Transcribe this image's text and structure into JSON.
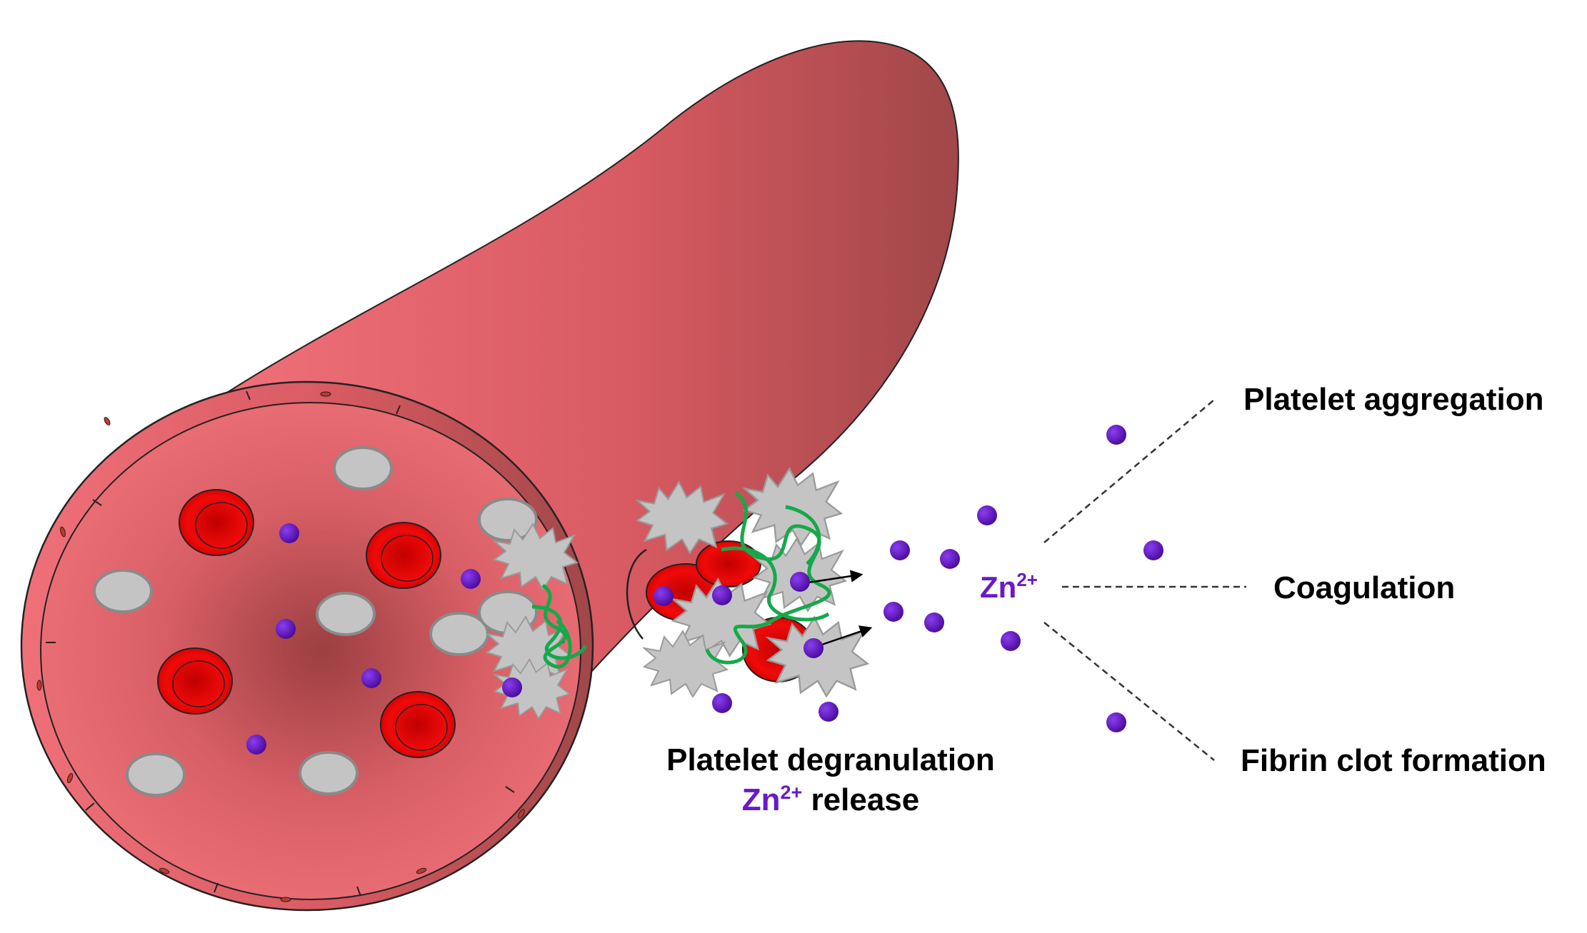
{
  "labels": {
    "zinc_center": "Zn",
    "zinc_charge": "2+",
    "degranulation_line1": "Platelet degranulation",
    "release_zn": "Zn",
    "release_charge": "2+",
    "release_word": " release"
  },
  "outcomes": [
    {
      "label": "Platelet aggregation"
    },
    {
      "label": "Coagulation"
    },
    {
      "label": "Fibrin clot formation"
    }
  ],
  "colors": {
    "vessel_light": "#f0707a",
    "vessel_dark": "#a14749",
    "lumen_center": "#9c3f42",
    "red_blood_cell": "#e00000",
    "platelet": "#c4c4c4",
    "fibrin": "#16a84a",
    "zinc_ion": "#5b0fb5",
    "zinc_text": "#6a1bc7"
  },
  "icons": [
    "blood-vessel",
    "red-blood-cell",
    "resting-platelet",
    "activated-platelet",
    "fibrin-strand",
    "zinc-ion",
    "release-arrow"
  ]
}
